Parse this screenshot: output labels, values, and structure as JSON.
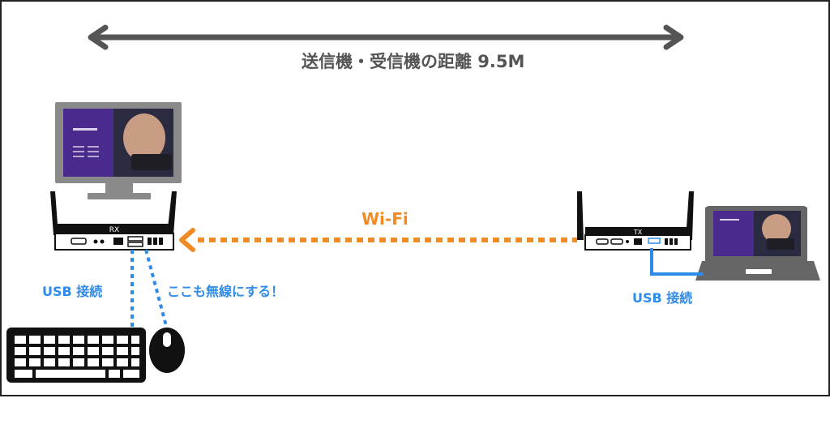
{
  "diagram": {
    "distance_label": "送信機・受信機の距離 9.5M",
    "wifi_label": "Wi-Fi",
    "usb_left_label": "USB 接続",
    "wireless_note": "ここも無線にする！",
    "usb_right_label": "USB 接続",
    "rx_label": "RX",
    "tx_label": "TX",
    "screen_title": "EZCast ProAV 5K"
  },
  "colors": {
    "frame": "#222222",
    "distance_arrow": "#555555",
    "wifi": "#f08a24",
    "usb": "#2f8be8",
    "monitor_body": "#8a8a8a",
    "device": "#111111",
    "screen_purple": "#4a2a8c"
  }
}
